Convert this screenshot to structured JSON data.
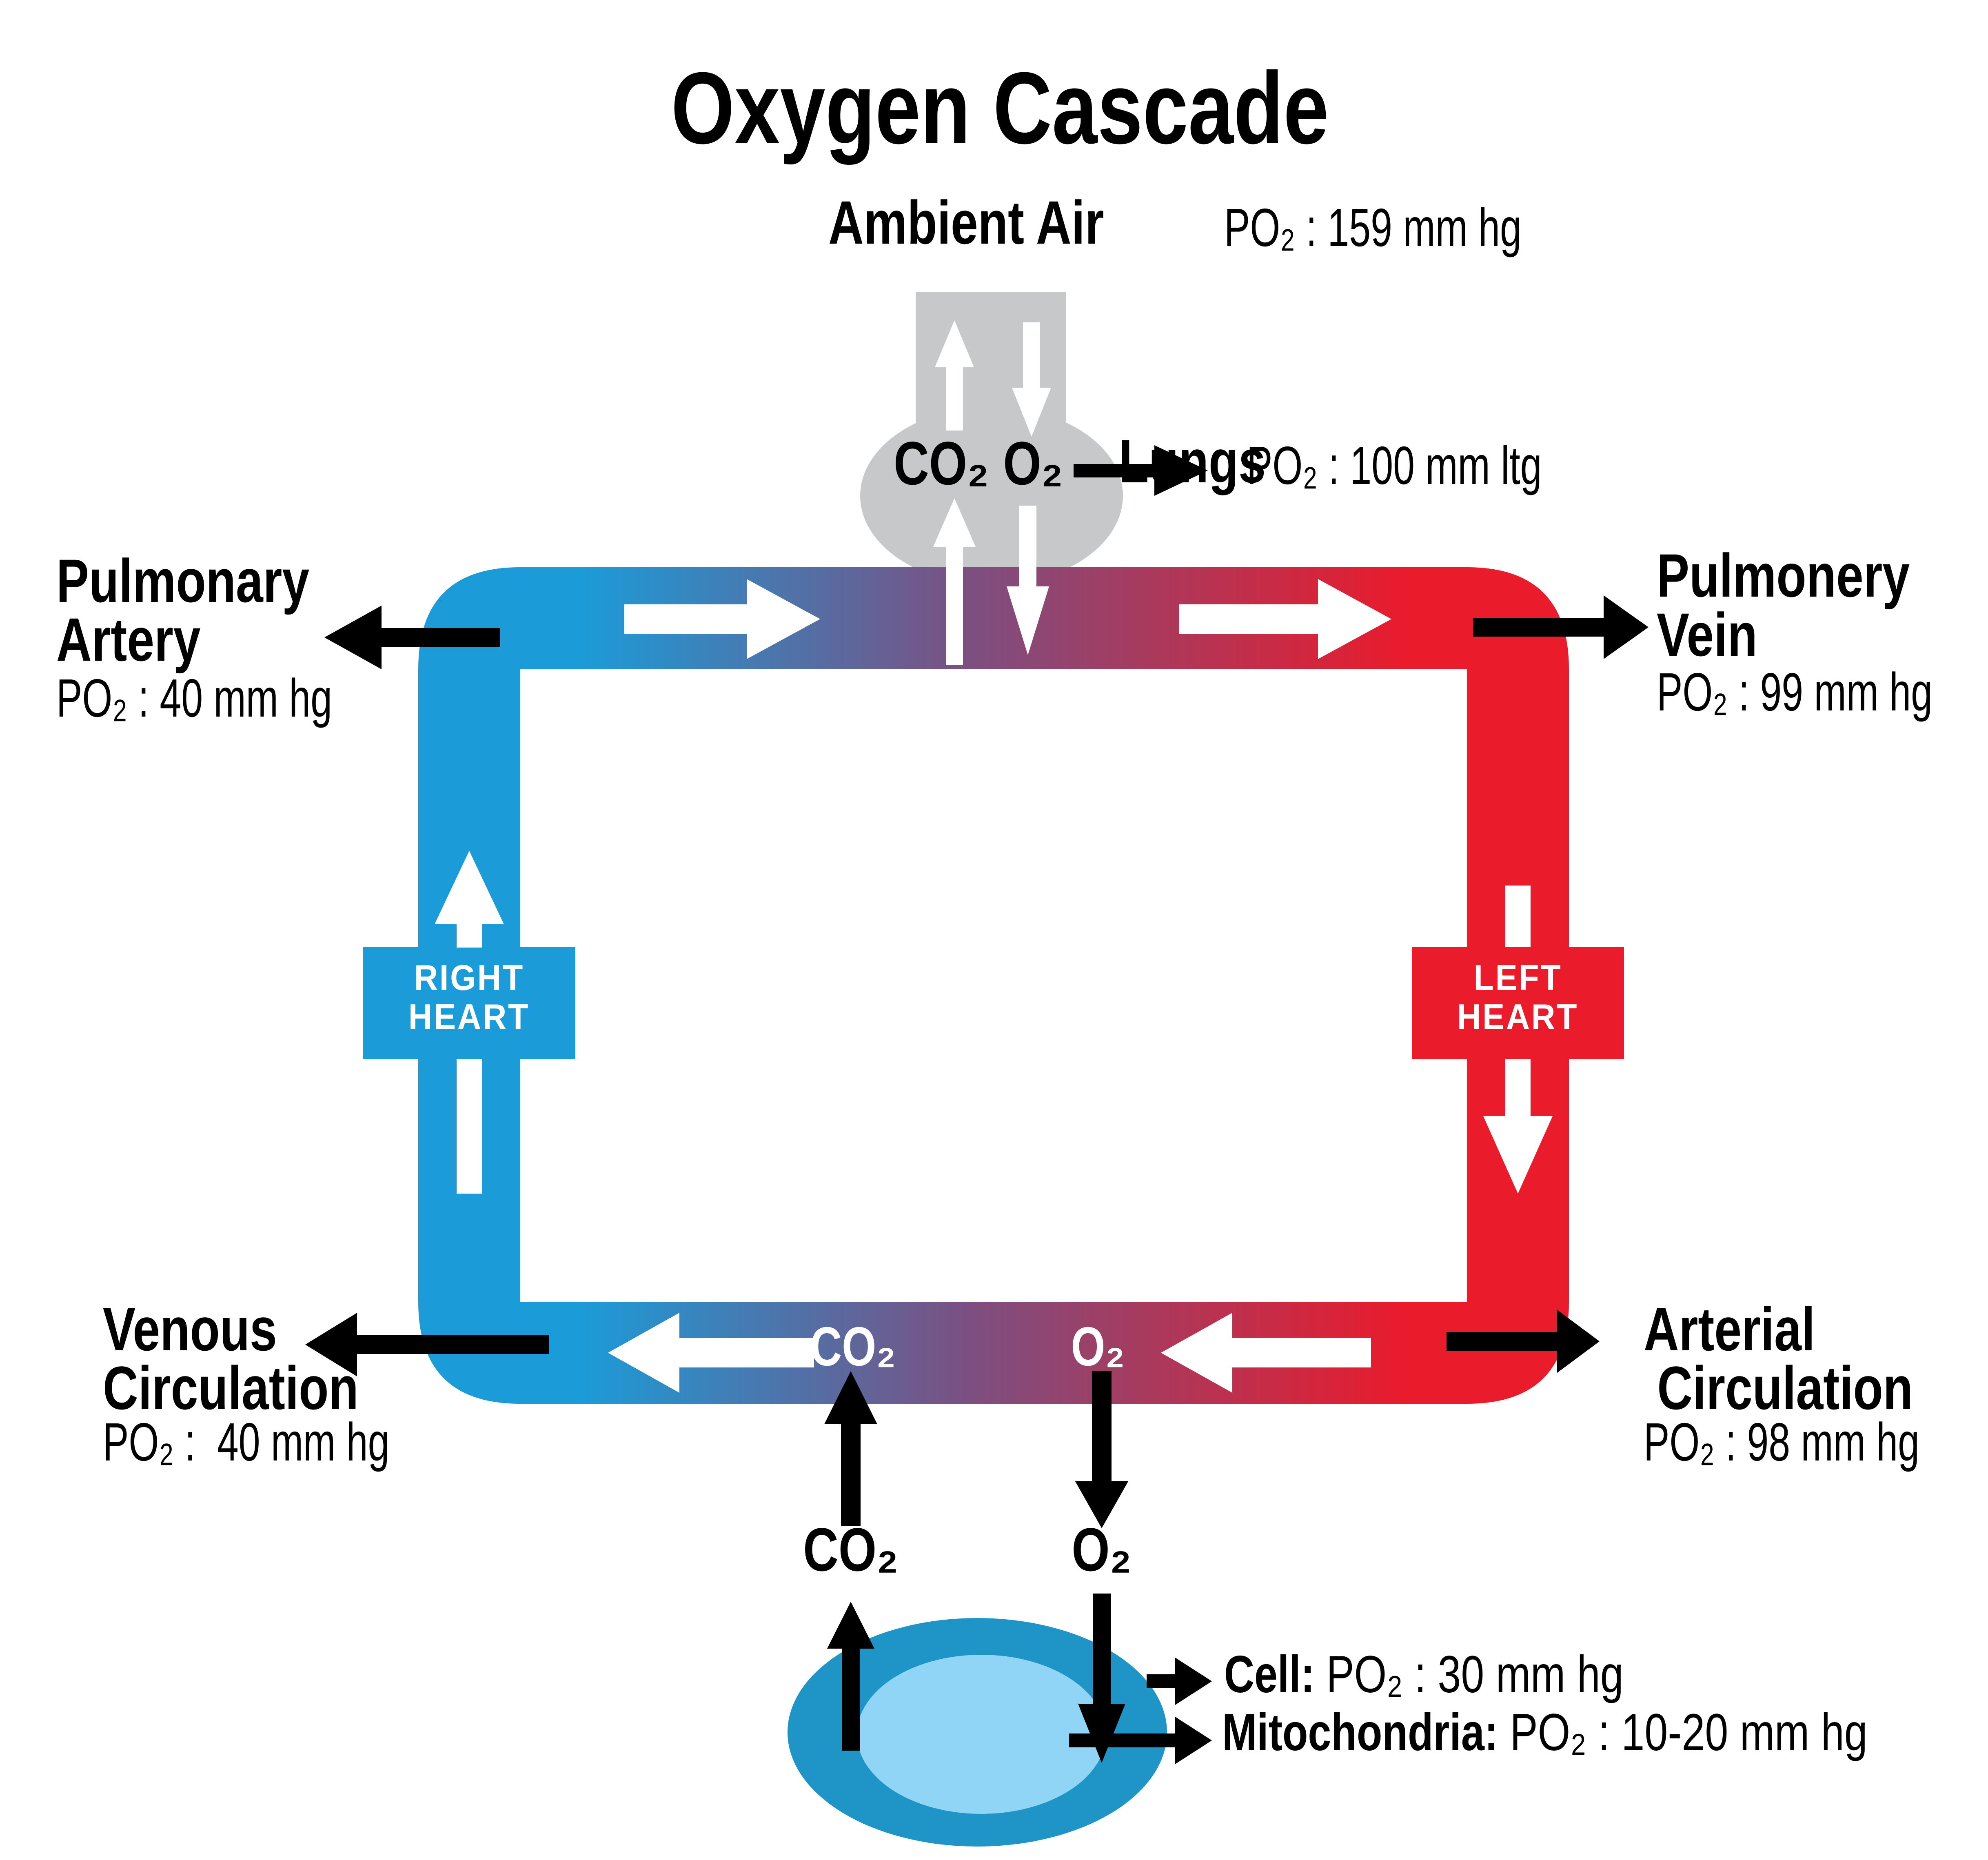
{
  "colors": {
    "blue": "#1B9CD8",
    "red": "#EA1B2B",
    "purple_mid": "#7C4F80",
    "lungs_gray": "#C7C8CA",
    "cell_outer": "#1F95C7",
    "cell_inner": "#90D5F6",
    "arrow_black": "#000000",
    "arrow_white": "#FFFFFF"
  },
  "title": "Oxygen Cascade",
  "ambient_air": {
    "label": "Ambient Air",
    "value": "PO₂ : 159 mm hg"
  },
  "lungs": {
    "co2": "CO₂",
    "o2": "O₂",
    "label": "Lungs",
    "value": "PO₂ : 100 mm ltg"
  },
  "pulmonary_artery": {
    "line1": "Pulmonary",
    "line2": "Artery",
    "value": "PO₂ : 40 mm hg"
  },
  "pulmonary_vein": {
    "line1": "Pulmonery",
    "line2": "Vein",
    "value": "PO₂ : 99 mm hg"
  },
  "right_heart": {
    "line1": "RIGHT",
    "line2": "HEART"
  },
  "left_heart": {
    "line1": "LEFT",
    "line2": "HEART"
  },
  "venous_circulation": {
    "line1": "Venous",
    "line2": "Circulation",
    "value": "PO₂ :  40 mm hg"
  },
  "arterial_circulation": {
    "line1": "Arterial",
    "line2": " Circulation",
    "value": "PO₂ : 98 mm hg"
  },
  "tissue_exchange": {
    "co2_on_pipe": "CO₂",
    "o2_on_pipe": "O₂",
    "co2_label": "CO₂",
    "o2_label": "O₂"
  },
  "cell": {
    "label": "Cell:",
    "value": " PO₂ : 30 mm hg",
    "mito_label": "Mitochondria:",
    "mito_value": " PO₂ : 10-20 mm hg"
  }
}
